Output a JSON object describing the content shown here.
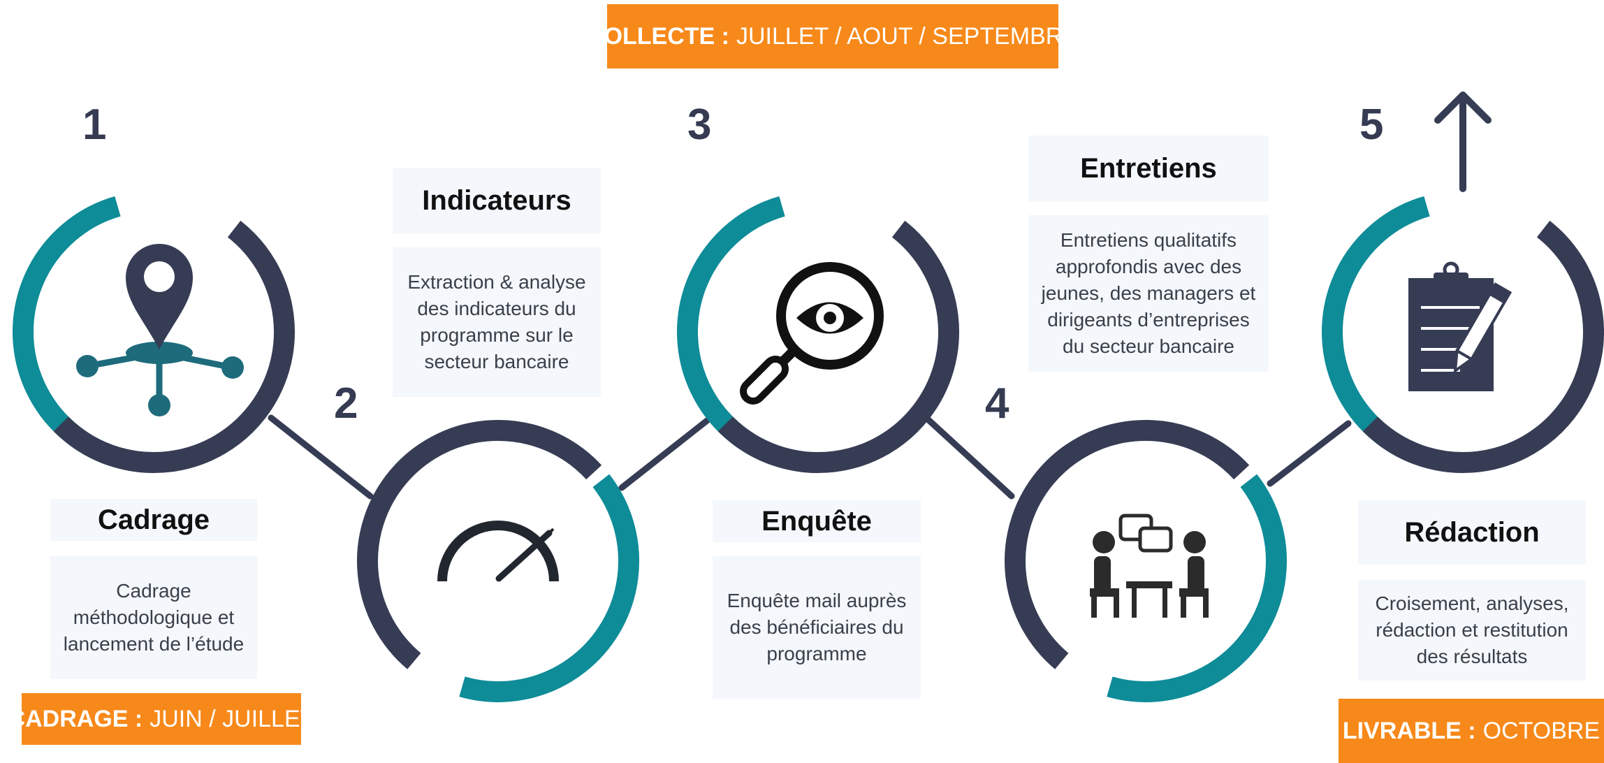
{
  "banners": {
    "collecte": {
      "bold": "COLLECTE :",
      "text": "JUILLET / AOUT / SEPTEMBRE"
    },
    "cadrage": {
      "bold": "CADRAGE :",
      "text": "JUIN / JUILLET"
    },
    "livrable": {
      "bold": "LIVRABLE :",
      "text": "OCTOBRE"
    }
  },
  "steps": [
    {
      "number": "1",
      "title": "Cadrage",
      "description": "Cadrage méthodologique et lancement de l’étude",
      "icon": "location-network-icon"
    },
    {
      "number": "2",
      "title": "Indicateurs",
      "description": "Extraction & analyse des indicateurs du programme sur le secteur bancaire",
      "icon": "speedometer-icon"
    },
    {
      "number": "3",
      "title": "Enquête",
      "description": "Enquête mail auprès des bénéficiaires du programme",
      "icon": "magnifier-eye-icon"
    },
    {
      "number": "4",
      "title": "Entretiens",
      "description": "Entretiens qualitatifs approfondis avec des jeunes, des managers et dirigeants d’entreprises du secteur bancaire",
      "icon": "meeting-icon"
    },
    {
      "number": "5",
      "title": "Rédaction",
      "description": "Croisement, analyses, rédaction et restitution des résultats",
      "icon": "clipboard-pen-icon"
    }
  ],
  "colors": {
    "teal": "#0e8c98",
    "navy": "#363c54",
    "orange": "#f7891a",
    "box_bg": "#f4f7fb",
    "icon_teal": "#1e6b7c"
  }
}
